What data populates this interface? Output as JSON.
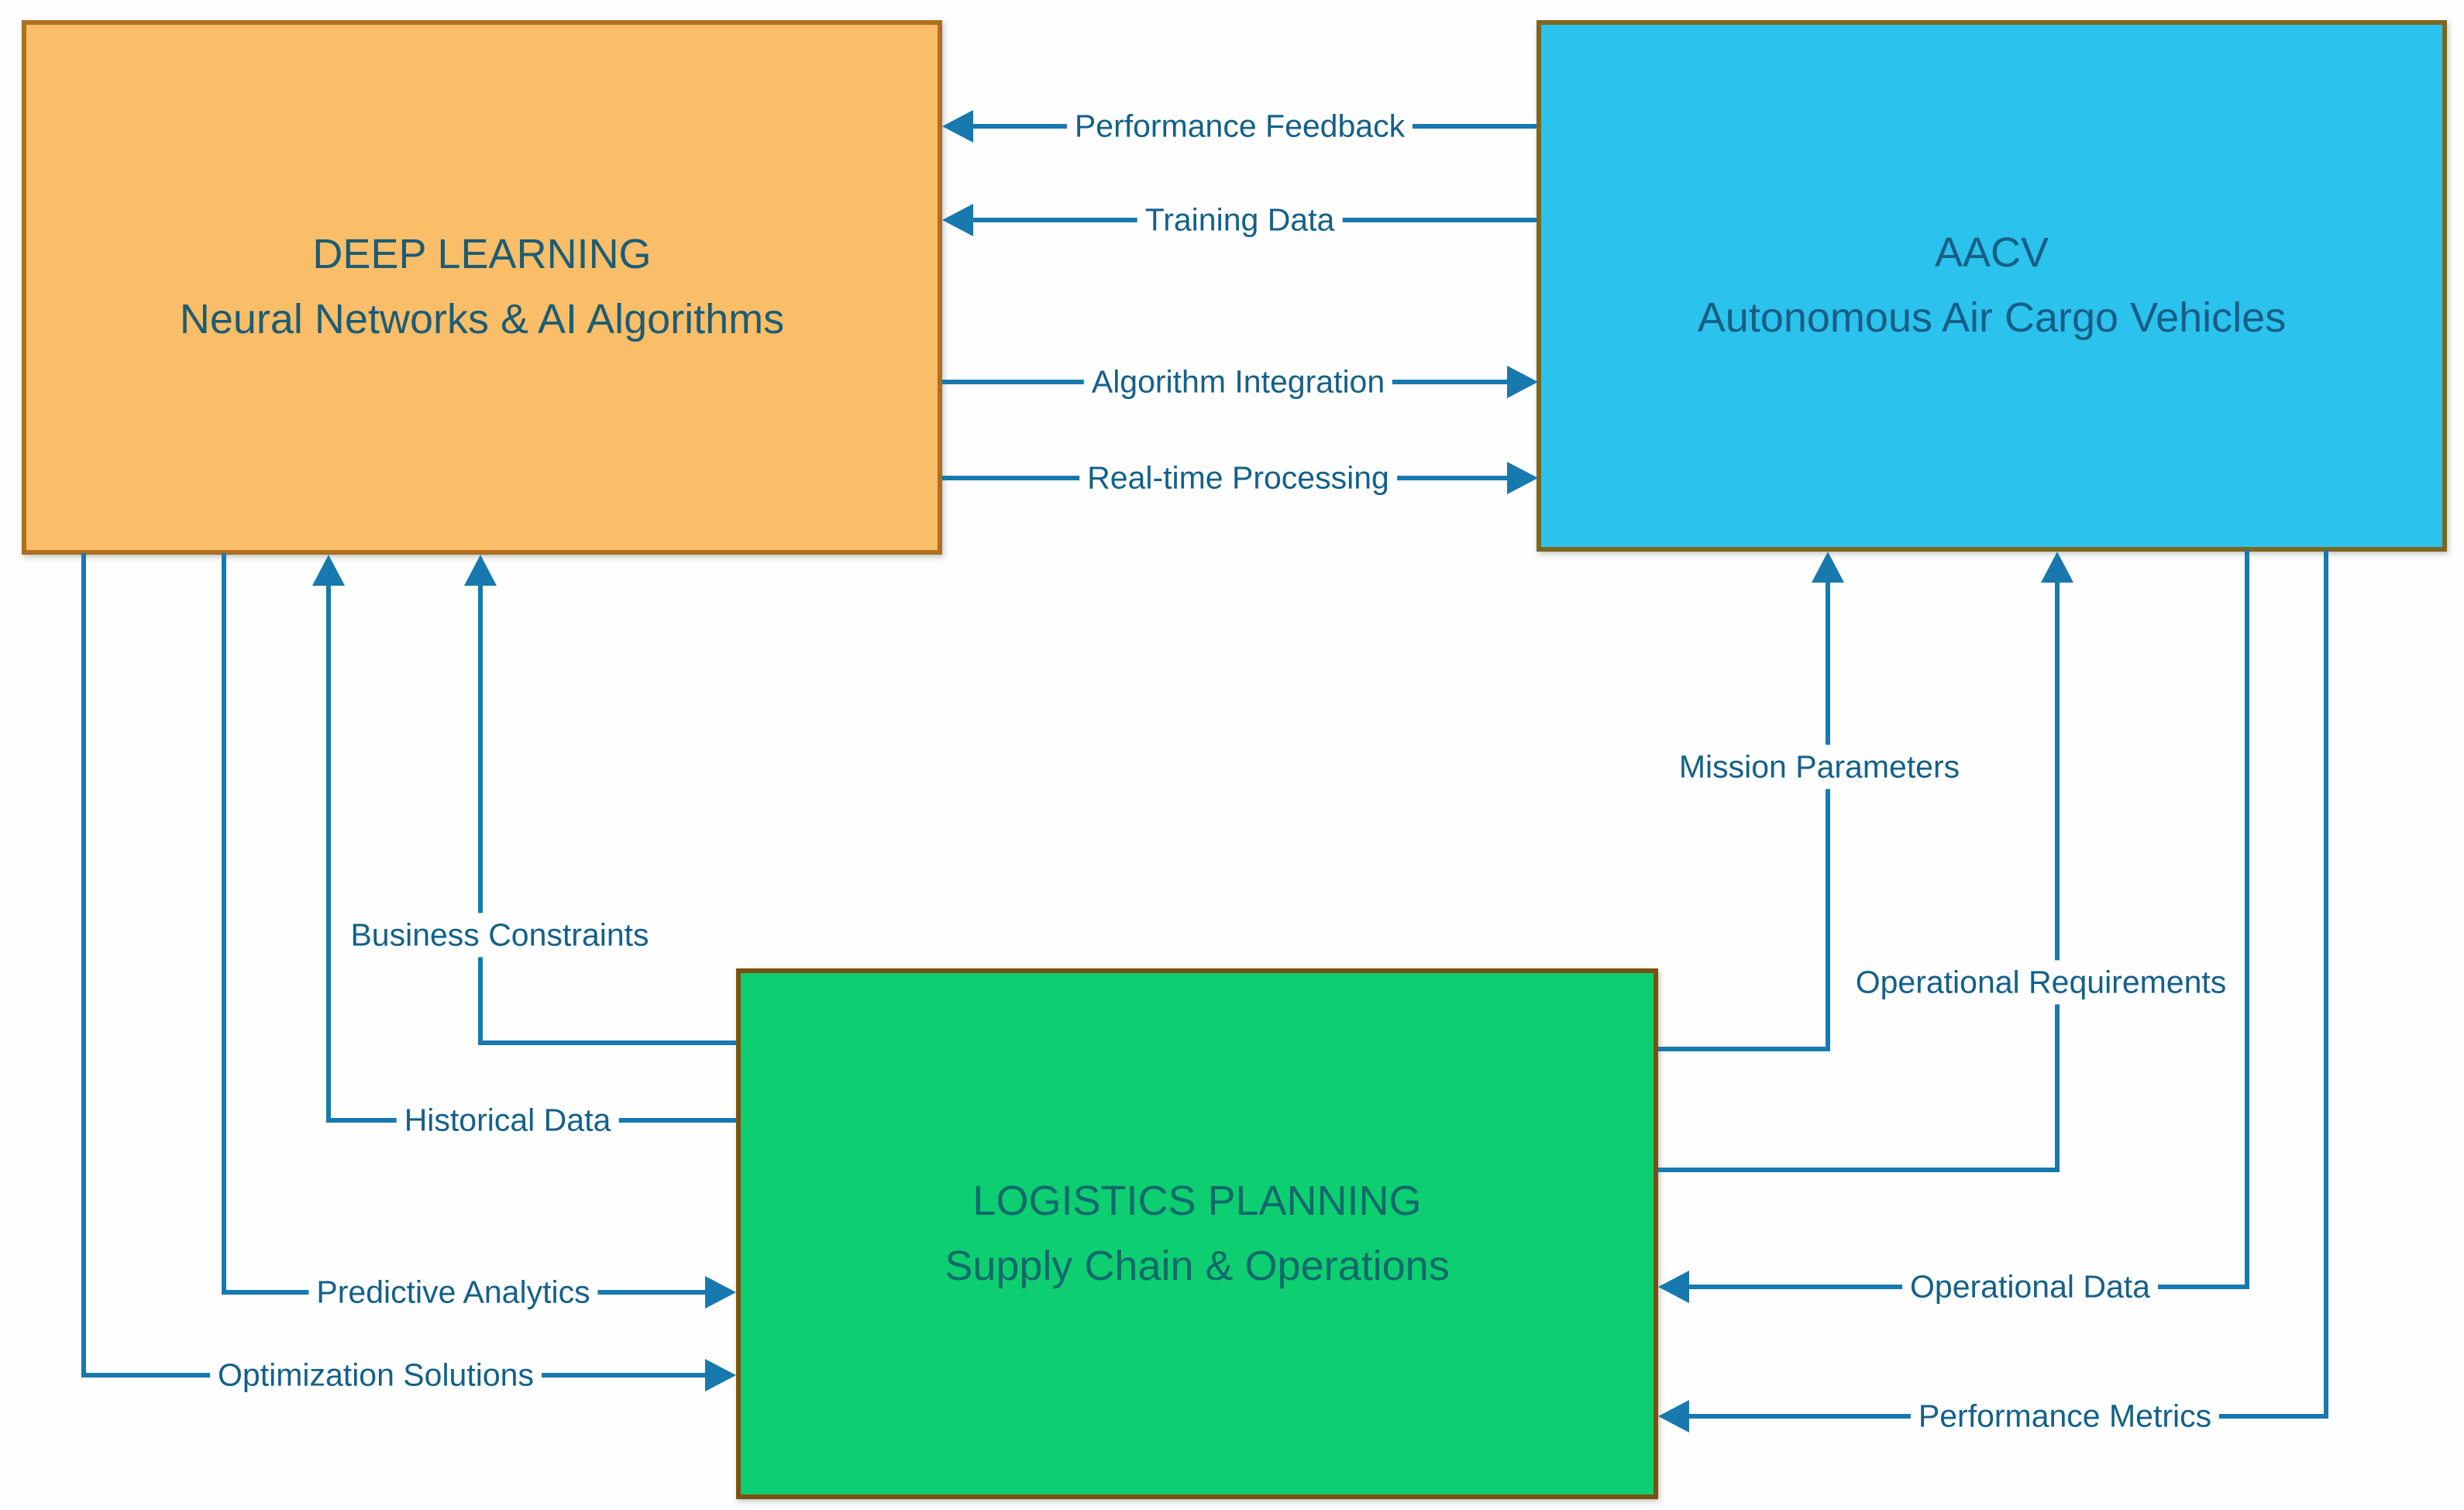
{
  "diagram": {
    "colors": {
      "background": "#FDFEFD",
      "line": "#1879AF",
      "label_text": "#14608A"
    },
    "nodes": [
      {
        "id": "deep_learning",
        "title": "DEEP LEARNING",
        "subtitle": "Neural Networks & AI Algorithms",
        "fill": "#F9BE67",
        "border": "#AE701E",
        "text_color": "#1D5C75"
      },
      {
        "id": "aacv",
        "title": "AACV",
        "subtitle": "Autonomous Air Cargo Vehicles",
        "fill": "#2BC2EE",
        "border": "#7D661D",
        "text_color": "#175E85"
      },
      {
        "id": "logistics",
        "title": "LOGISTICS PLANNING",
        "subtitle": "Supply Chain & Operations",
        "fill": "#0DCE71",
        "border": "#7A520F",
        "text_color": "#11696B"
      }
    ],
    "edges": [
      {
        "label": "Performance Feedback",
        "from": "aacv",
        "to": "deep_learning"
      },
      {
        "label": "Training Data",
        "from": "aacv",
        "to": "deep_learning"
      },
      {
        "label": "Algorithm Integration",
        "from": "deep_learning",
        "to": "aacv"
      },
      {
        "label": "Real-time Processing",
        "from": "deep_learning",
        "to": "aacv"
      },
      {
        "label": "Business Constraints",
        "from": "logistics",
        "to": "deep_learning"
      },
      {
        "label": "Historical Data",
        "from": "logistics",
        "to": "deep_learning"
      },
      {
        "label": "Predictive Analytics",
        "from": "deep_learning",
        "to": "logistics"
      },
      {
        "label": "Optimization Solutions",
        "from": "deep_learning",
        "to": "logistics"
      },
      {
        "label": "Mission Parameters",
        "from": "logistics",
        "to": "aacv"
      },
      {
        "label": "Operational Requirements",
        "from": "logistics",
        "to": "aacv"
      },
      {
        "label": "Operational Data",
        "from": "aacv",
        "to": "logistics"
      },
      {
        "label": "Performance Metrics",
        "from": "aacv",
        "to": "logistics"
      }
    ]
  }
}
